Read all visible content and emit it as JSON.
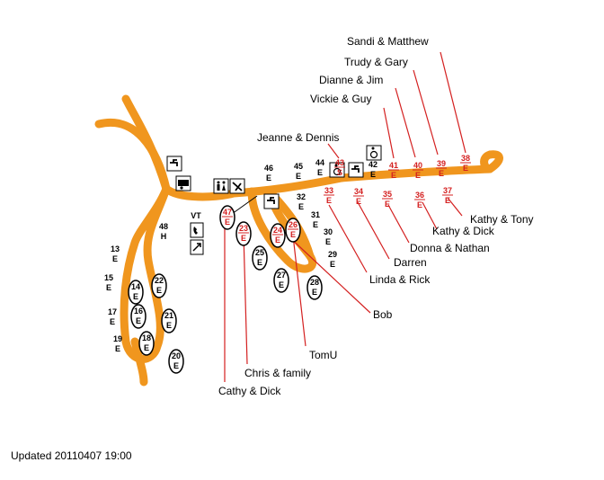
{
  "updated": "Updated 20110407 19:00",
  "occupants": [
    {
      "name": "Sandi & Matthew",
      "site": "38"
    },
    {
      "name": "Trudy & Gary",
      "site": "39"
    },
    {
      "name": "Dianne & Jim",
      "site": "40"
    },
    {
      "name": "Vickie & Guy",
      "site": "41"
    },
    {
      "name": "Jeanne & Dennis",
      "site": "43"
    },
    {
      "name": "Kathy & Tony",
      "site": "37"
    },
    {
      "name": "Kathy & Dick",
      "site": "36"
    },
    {
      "name": "Donna & Nathan",
      "site": "35"
    },
    {
      "name": "Darren",
      "site": "34"
    },
    {
      "name": "Linda & Rick",
      "site": "33"
    },
    {
      "name": "Bob",
      "site": "24"
    },
    {
      "name": "TomU",
      "site": "26"
    },
    {
      "name": "Chris & family",
      "site": "23"
    },
    {
      "name": "Cathy & Dick",
      "site": "47"
    }
  ],
  "sites": {
    "s13": {
      "num": "13",
      "type": "E"
    },
    "s15": {
      "num": "15",
      "type": "E"
    },
    "s17": {
      "num": "17",
      "type": "E"
    },
    "s14": {
      "num": "14",
      "type": "E"
    },
    "s16": {
      "num": "16",
      "type": "E"
    },
    "s18": {
      "num": "18",
      "type": "E"
    },
    "s19": {
      "num": "19",
      "type": "E"
    },
    "s20": {
      "num": "20",
      "type": "E"
    },
    "s21": {
      "num": "21",
      "type": "E"
    },
    "s22": {
      "num": "22",
      "type": "E"
    },
    "s48": {
      "num": "48",
      "type": "H"
    },
    "vt": {
      "num": "VT"
    },
    "s47": {
      "num": "47",
      "type": "E"
    },
    "s23": {
      "num": "23",
      "type": "E"
    },
    "s25": {
      "num": "25",
      "type": "E"
    },
    "s24": {
      "num": "24",
      "type": "E"
    },
    "s26": {
      "num": "26",
      "type": "E"
    },
    "s27": {
      "num": "27",
      "type": "E"
    },
    "s28": {
      "num": "28",
      "type": "E"
    },
    "s46": {
      "num": "46",
      "type": "E"
    },
    "s45": {
      "num": "45",
      "type": "E"
    },
    "s44": {
      "num": "44",
      "type": "E"
    },
    "s43": {
      "num": "43",
      "type": "S"
    },
    "s42": {
      "num": "42",
      "type": "E"
    },
    "s41": {
      "num": "41",
      "type": "E"
    },
    "s40": {
      "num": "40",
      "type": "E"
    },
    "s39": {
      "num": "39",
      "type": "E"
    },
    "s38": {
      "num": "38",
      "type": "E"
    },
    "s32": {
      "num": "32",
      "type": "E"
    },
    "s31": {
      "num": "31",
      "type": "E"
    },
    "s30": {
      "num": "30",
      "type": "E"
    },
    "s29": {
      "num": "29",
      "type": "E"
    },
    "s33": {
      "num": "33",
      "type": "E"
    },
    "s34": {
      "num": "34",
      "type": "E"
    },
    "s35": {
      "num": "35",
      "type": "E"
    },
    "s36": {
      "num": "36",
      "type": "E"
    },
    "s37": {
      "num": "37",
      "type": "E"
    }
  },
  "icons": [
    "water-tap-icon",
    "rv-trailer-icon",
    "restroom-icon",
    "dump-station-icon",
    "wheelchair-icon",
    "telephone-icon",
    "trash-icon"
  ],
  "colors": {
    "road": "#f0961e",
    "occupied": "#d42020",
    "vacant": "#000000"
  }
}
